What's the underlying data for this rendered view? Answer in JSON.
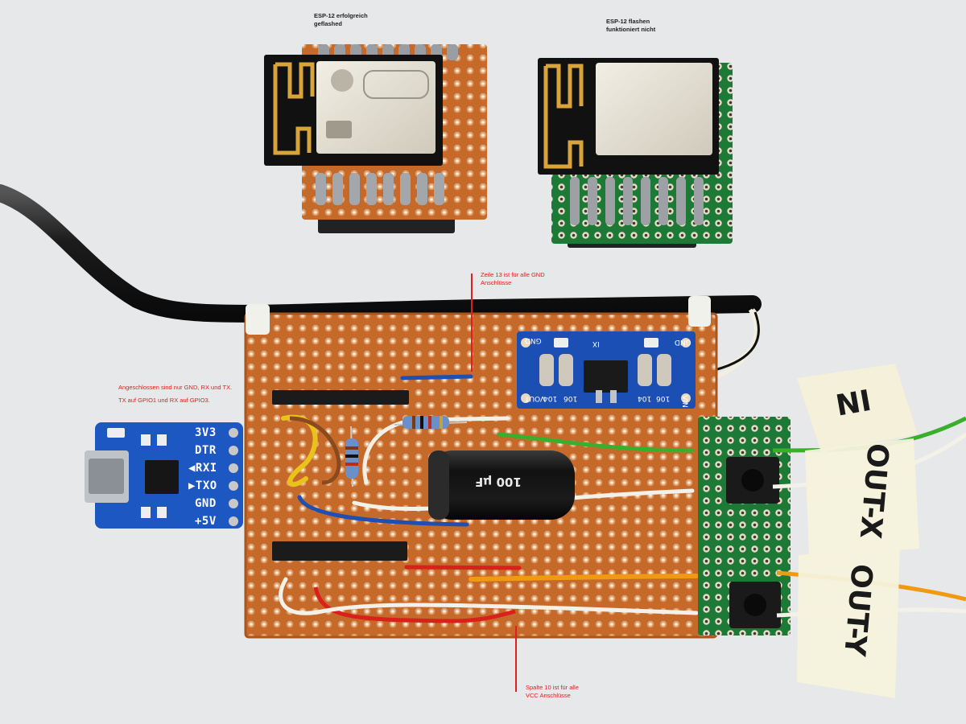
{
  "annotations": {
    "esp_left": "ESP-12 erfolgreich\ngeflashed",
    "esp_right": "ESP-12 flashen\nfunktioniert nicht",
    "row13": "Zeile 13 ist für alle GND\nAnschlüsse",
    "usb_connected": "Angeschlossen sind nur GND, RX und TX.",
    "gpio": "TX auf GPIO1 und RX auf GPIO3.",
    "column10": "Spalte 10 ist für alle\nVCC Anschlüsse"
  },
  "usb_adapter": {
    "pins": [
      "3V3",
      "DTR",
      "◀RXI",
      "▶TXO",
      "GND",
      "+5V"
    ]
  },
  "regulator": {
    "labels": [
      "GND",
      "IX",
      "GND",
      "VOUT",
      "VIN",
      "106",
      "104",
      "106",
      "104"
    ]
  },
  "capacitor": {
    "label": "100 µF"
  },
  "tape_labels": [
    "IN",
    "OUT-X",
    "OUT-Y"
  ],
  "colors": {
    "board": "#c0692a",
    "green_board": "#1e7a35",
    "blue_pcb": "#1850a8",
    "annotation_red": "#e02020"
  }
}
